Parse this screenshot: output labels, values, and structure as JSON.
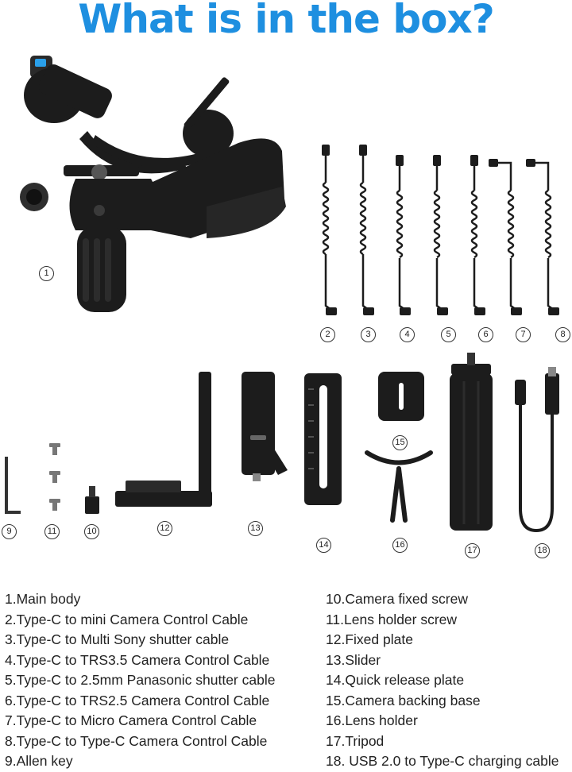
{
  "title": "What is in the box?",
  "callouts": [
    "1",
    "2",
    "3",
    "4",
    "5",
    "6",
    "7",
    "8",
    "9",
    "10",
    "11",
    "12",
    "13",
    "14",
    "15",
    "16",
    "17",
    "18"
  ],
  "legend_left": [
    "1.Main body",
    "2.Type-C to mini Camera Control Cable",
    "3.Type-C to Multi Sony shutter cable",
    "4.Type-C to TRS3.5 Camera Control Cable",
    "5.Type-C to 2.5mm Panasonic shutter cable",
    "6.Type-C to TRS2.5 Camera Control Cable",
    "7.Type-C to Micro Camera Control Cable",
    "8.Type-C to Type-C Camera Control Cable",
    "9.Allen key"
  ],
  "legend_right": [
    "10.Camera fixed screw",
    "11.Lens holder screw",
    "12.Fixed plate",
    "13.Slider",
    "14.Quick release plate",
    "15.Camera backing base",
    "16.Lens holder",
    "17.Tripod",
    "18. USB 2.0 to Type-C charging cable"
  ],
  "colors": {
    "title": "#1e8fe0",
    "product": "#1c1c1c",
    "accent": "#1e8fe0"
  }
}
